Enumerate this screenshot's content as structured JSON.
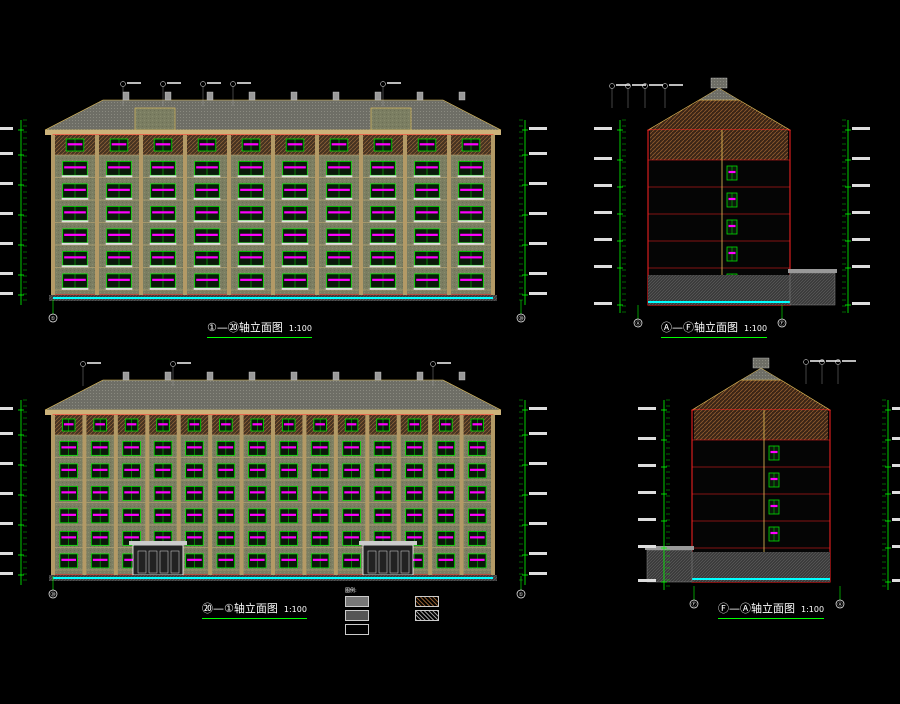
{
  "views": [
    {
      "id": "front",
      "caption": "①—⑳轴立面图",
      "scale": "1:100"
    },
    {
      "id": "side-a",
      "caption": "Ⓐ—Ⓕ轴立面图",
      "scale": "1:100"
    },
    {
      "id": "rear",
      "caption": "⑳—①轴立面图",
      "scale": "1:100"
    },
    {
      "id": "side-f",
      "caption": "Ⓕ—Ⓐ轴立面图",
      "scale": "1:100"
    }
  ],
  "colors": {
    "background": "#000000",
    "wall": "#7b7e62",
    "wall_pattern": "#8a8d6e",
    "roof": "#6e6e66",
    "roof_hatch": "#8e5b2e",
    "base": "#3c3c3c",
    "window_frame": "#00e000",
    "window_tag": "#ff00ff",
    "outline": "#ff2222",
    "dimension": "#00ff00",
    "trim": "#e8c35a",
    "water": "#00ffff"
  },
  "grid_markers": {
    "front": [
      "①",
      "⑳"
    ],
    "side_a": [
      "Ⓐ",
      "Ⓕ"
    ],
    "rear": [
      "⑳",
      "①"
    ],
    "side_f": [
      "Ⓕ",
      "Ⓐ"
    ]
  },
  "legend": {
    "title": "图例:",
    "items": [
      {
        "label": "",
        "pattern": "solid-gray"
      },
      {
        "label": "",
        "pattern": "hatch-brown"
      },
      {
        "label": "",
        "pattern": "solid-dark"
      },
      {
        "label": "",
        "pattern": "hatch-gray"
      },
      {
        "label": "",
        "pattern": "solid-black"
      }
    ]
  }
}
